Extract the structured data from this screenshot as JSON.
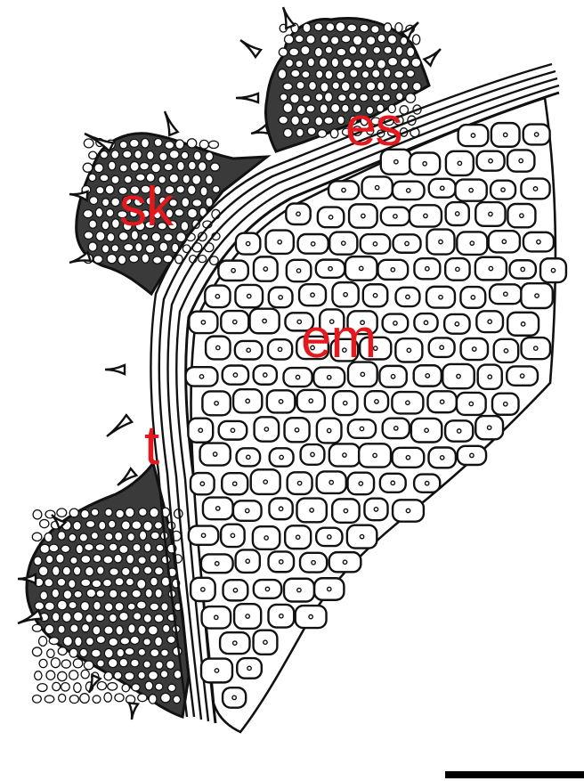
{
  "labels": {
    "es": "es",
    "sk": "sk",
    "em": "em",
    "t": "t"
  },
  "colors": {
    "label": "#e5181e",
    "ink": "#111111",
    "background": "#ffffff"
  },
  "scale_bar": {
    "visible": true
  }
}
